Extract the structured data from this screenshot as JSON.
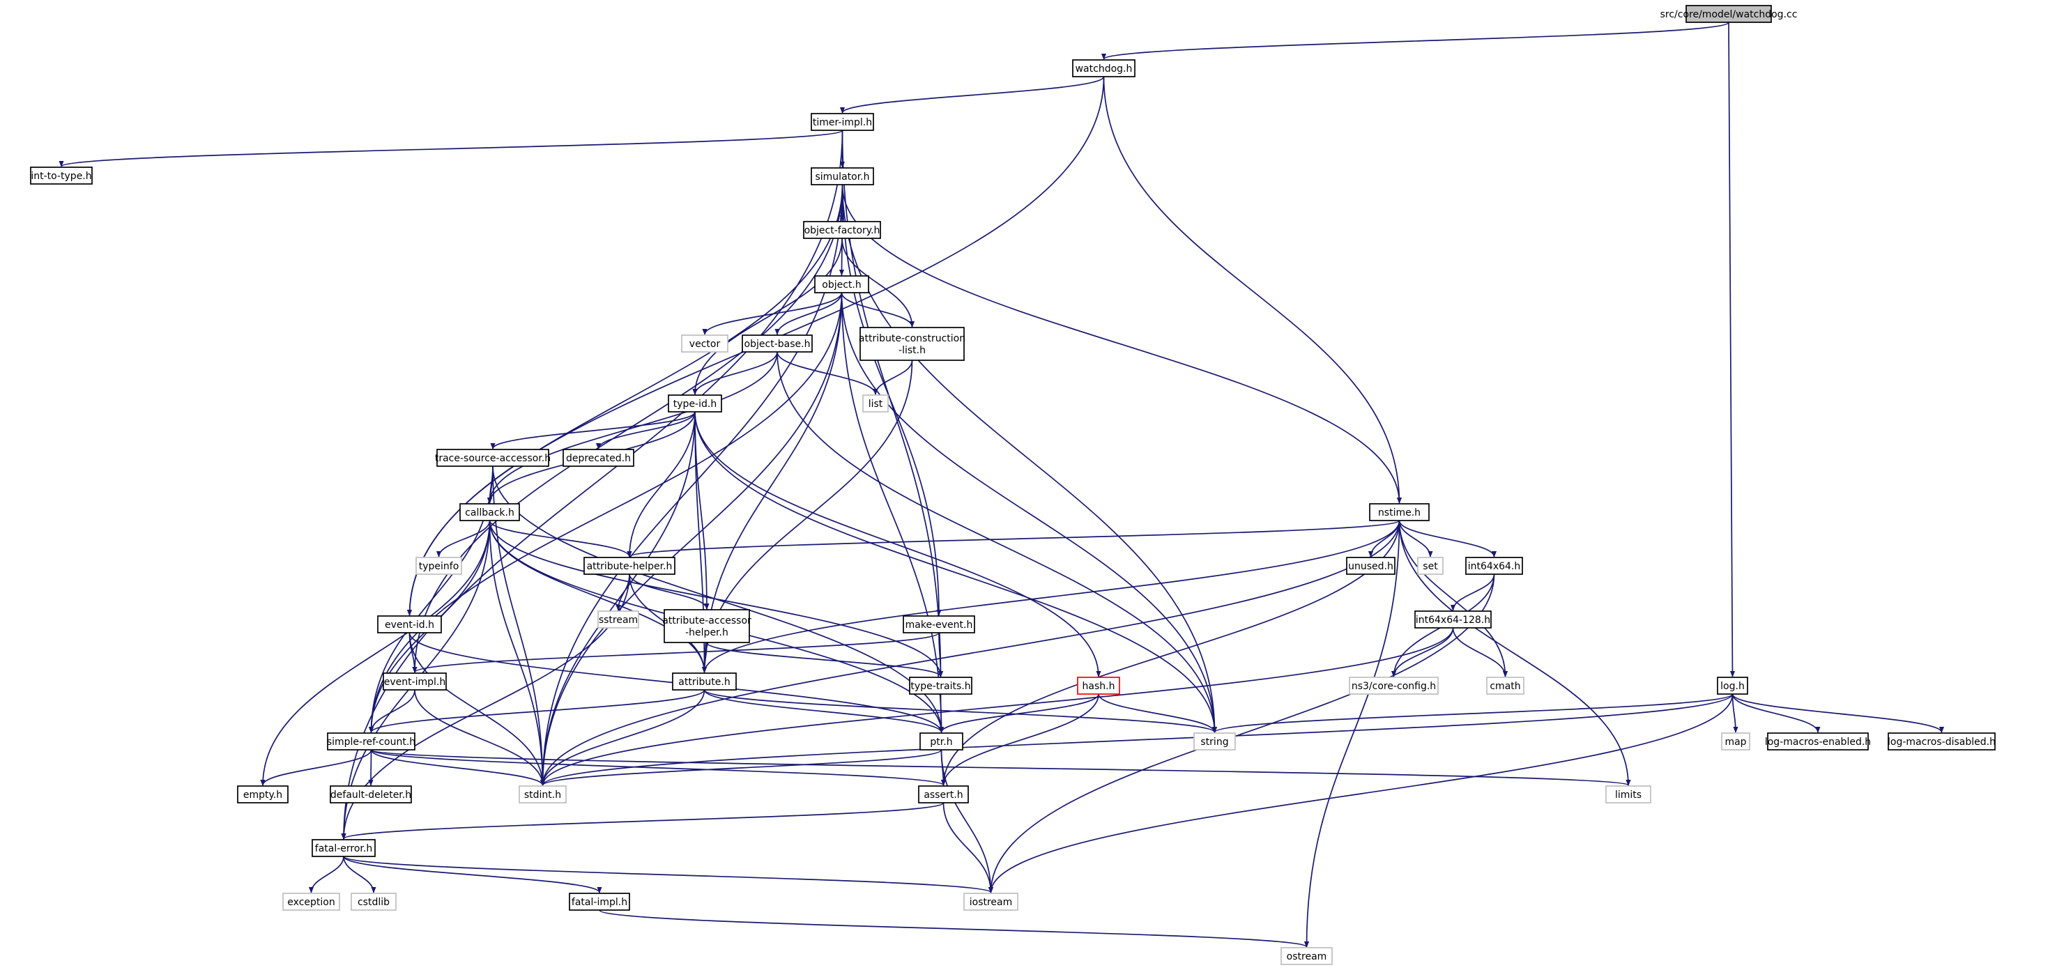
{
  "colors": {
    "edge": "#191970",
    "border_normal": "#000000",
    "border_system": "#bfbfbf",
    "border_highlight": "#ff0000",
    "root_fill": "#bfbfbf",
    "node_fill": "#ffffff"
  },
  "nodes": [
    {
      "id": "root",
      "lines": [
        "src/core/model/watchdog.cc"
      ],
      "style": "root"
    },
    {
      "id": "watchdog",
      "lines": [
        "watchdog.h"
      ],
      "style": "normal"
    },
    {
      "id": "timerimpl",
      "lines": [
        "timer-impl.h"
      ],
      "style": "normal"
    },
    {
      "id": "inttotype",
      "lines": [
        "int-to-type.h"
      ],
      "style": "normal"
    },
    {
      "id": "simulator",
      "lines": [
        "simulator.h"
      ],
      "style": "normal"
    },
    {
      "id": "objectfactory",
      "lines": [
        "object-factory.h"
      ],
      "style": "normal"
    },
    {
      "id": "object",
      "lines": [
        "object.h"
      ],
      "style": "normal"
    },
    {
      "id": "vector",
      "lines": [
        "vector"
      ],
      "style": "system"
    },
    {
      "id": "objectbase",
      "lines": [
        "object-base.h"
      ],
      "style": "normal"
    },
    {
      "id": "attrconstr",
      "lines": [
        "attribute-construction",
        "-list.h"
      ],
      "style": "normal"
    },
    {
      "id": "list",
      "lines": [
        "list"
      ],
      "style": "system"
    },
    {
      "id": "typeid",
      "lines": [
        "type-id.h"
      ],
      "style": "normal"
    },
    {
      "id": "tsaccessor",
      "lines": [
        "trace-source-accessor.h"
      ],
      "style": "normal"
    },
    {
      "id": "deprecated",
      "lines": [
        "deprecated.h"
      ],
      "style": "normal"
    },
    {
      "id": "callback",
      "lines": [
        "callback.h"
      ],
      "style": "normal"
    },
    {
      "id": "typeinfo",
      "lines": [
        "typeinfo"
      ],
      "style": "system"
    },
    {
      "id": "attrhelper",
      "lines": [
        "attribute-helper.h"
      ],
      "style": "normal"
    },
    {
      "id": "sstream",
      "lines": [
        "sstream"
      ],
      "style": "system"
    },
    {
      "id": "attraccessor",
      "lines": [
        "attribute-accessor",
        "-helper.h"
      ],
      "style": "normal"
    },
    {
      "id": "eventid",
      "lines": [
        "event-id.h"
      ],
      "style": "normal"
    },
    {
      "id": "makeevent",
      "lines": [
        "make-event.h"
      ],
      "style": "normal"
    },
    {
      "id": "eventimpl",
      "lines": [
        "event-impl.h"
      ],
      "style": "normal"
    },
    {
      "id": "attribute",
      "lines": [
        "attribute.h"
      ],
      "style": "normal"
    },
    {
      "id": "typetraits",
      "lines": [
        "type-traits.h"
      ],
      "style": "normal"
    },
    {
      "id": "hash",
      "lines": [
        "hash.h"
      ],
      "style": "highlight"
    },
    {
      "id": "simplerefcount",
      "lines": [
        "simple-ref-count.h"
      ],
      "style": "normal"
    },
    {
      "id": "ptr",
      "lines": [
        "ptr.h"
      ],
      "style": "normal"
    },
    {
      "id": "string",
      "lines": [
        "string"
      ],
      "style": "system"
    },
    {
      "id": "emptyh",
      "lines": [
        "empty.h"
      ],
      "style": "normal"
    },
    {
      "id": "defaultdeleter",
      "lines": [
        "default-deleter.h"
      ],
      "style": "normal"
    },
    {
      "id": "stdint",
      "lines": [
        "stdint.h"
      ],
      "style": "system"
    },
    {
      "id": "assert",
      "lines": [
        "assert.h"
      ],
      "style": "normal"
    },
    {
      "id": "limits",
      "lines": [
        "limits"
      ],
      "style": "system"
    },
    {
      "id": "fatalerror",
      "lines": [
        "fatal-error.h"
      ],
      "style": "normal"
    },
    {
      "id": "exception",
      "lines": [
        "exception"
      ],
      "style": "system"
    },
    {
      "id": "cstdlib",
      "lines": [
        "cstdlib"
      ],
      "style": "system"
    },
    {
      "id": "fatalimpl",
      "lines": [
        "fatal-impl.h"
      ],
      "style": "normal"
    },
    {
      "id": "iostream",
      "lines": [
        "iostream"
      ],
      "style": "system"
    },
    {
      "id": "ostream",
      "lines": [
        "ostream"
      ],
      "style": "system"
    },
    {
      "id": "nstime",
      "lines": [
        "nstime.h"
      ],
      "style": "normal"
    },
    {
      "id": "unused",
      "lines": [
        "unused.h"
      ],
      "style": "normal"
    },
    {
      "id": "set",
      "lines": [
        "set"
      ],
      "style": "system"
    },
    {
      "id": "int64x64",
      "lines": [
        "int64x64.h"
      ],
      "style": "normal"
    },
    {
      "id": "int64x64128",
      "lines": [
        "int64x64-128.h"
      ],
      "style": "normal"
    },
    {
      "id": "coreconfig",
      "lines": [
        "ns3/core-config.h"
      ],
      "style": "system"
    },
    {
      "id": "cmath",
      "lines": [
        "cmath"
      ],
      "style": "system"
    },
    {
      "id": "log",
      "lines": [
        "log.h"
      ],
      "style": "normal"
    },
    {
      "id": "map",
      "lines": [
        "map"
      ],
      "style": "system"
    },
    {
      "id": "logenabled",
      "lines": [
        "log-macros-enabled.h"
      ],
      "style": "normal"
    },
    {
      "id": "logdisabled",
      "lines": [
        "log-macros-disabled.h"
      ],
      "style": "normal"
    }
  ],
  "edges": [
    [
      "root",
      "watchdog"
    ],
    [
      "root",
      "log"
    ],
    [
      "watchdog",
      "timerimpl"
    ],
    [
      "watchdog",
      "eventid"
    ],
    [
      "watchdog",
      "nstime"
    ],
    [
      "timerimpl",
      "inttotype"
    ],
    [
      "timerimpl",
      "simulator"
    ],
    [
      "timerimpl",
      "fatalerror"
    ],
    [
      "timerimpl",
      "typetraits"
    ],
    [
      "simulator",
      "objectfactory"
    ],
    [
      "simulator",
      "eventid"
    ],
    [
      "simulator",
      "eventimpl"
    ],
    [
      "simulator",
      "makeevent"
    ],
    [
      "simulator",
      "nstime"
    ],
    [
      "simulator",
      "string"
    ],
    [
      "simulator",
      "stdint"
    ],
    [
      "objectfactory",
      "object"
    ],
    [
      "objectfactory",
      "attrconstr"
    ],
    [
      "objectfactory",
      "typeid"
    ],
    [
      "object",
      "vector"
    ],
    [
      "object",
      "objectbase"
    ],
    [
      "object",
      "attrconstr"
    ],
    [
      "object",
      "attribute"
    ],
    [
      "object",
      "ptr"
    ],
    [
      "object",
      "simplerefcount"
    ],
    [
      "object",
      "string"
    ],
    [
      "object",
      "stdint"
    ],
    [
      "objectbase",
      "typeid"
    ],
    [
      "objectbase",
      "list"
    ],
    [
      "objectbase",
      "callback"
    ],
    [
      "objectbase",
      "string"
    ],
    [
      "attrconstr",
      "list"
    ],
    [
      "attrconstr",
      "attribute"
    ],
    [
      "typeid",
      "tsaccessor"
    ],
    [
      "typeid",
      "deprecated"
    ],
    [
      "typeid",
      "callback"
    ],
    [
      "typeid",
      "attrhelper"
    ],
    [
      "typeid",
      "attraccessor"
    ],
    [
      "typeid",
      "attribute"
    ],
    [
      "typeid",
      "hash"
    ],
    [
      "typeid",
      "string"
    ],
    [
      "typeid",
      "stdint"
    ],
    [
      "tsaccessor",
      "callback"
    ],
    [
      "tsaccessor",
      "ptr"
    ],
    [
      "tsaccessor",
      "simplerefcount"
    ],
    [
      "tsaccessor",
      "stdint"
    ],
    [
      "callback",
      "typeinfo"
    ],
    [
      "callback",
      "attrhelper"
    ],
    [
      "callback",
      "attribute"
    ],
    [
      "callback",
      "ptr"
    ],
    [
      "callback",
      "simplerefcount"
    ],
    [
      "callback",
      "typetraits"
    ],
    [
      "callback",
      "emptyh"
    ],
    [
      "callback",
      "fatalerror"
    ],
    [
      "callback",
      "stdint"
    ],
    [
      "attrhelper",
      "sstream"
    ],
    [
      "attrhelper",
      "attraccessor"
    ],
    [
      "attrhelper",
      "attribute"
    ],
    [
      "attrhelper",
      "fatalerror"
    ],
    [
      "attraccessor",
      "attribute"
    ],
    [
      "attraccessor",
      "typetraits"
    ],
    [
      "eventid",
      "eventimpl"
    ],
    [
      "eventid",
      "ptr"
    ],
    [
      "eventid",
      "stdint"
    ],
    [
      "makeevent",
      "eventimpl"
    ],
    [
      "makeevent",
      "typetraits"
    ],
    [
      "eventimpl",
      "simplerefcount"
    ],
    [
      "eventimpl",
      "stdint"
    ],
    [
      "attribute",
      "simplerefcount"
    ],
    [
      "attribute",
      "ptr"
    ],
    [
      "attribute",
      "string"
    ],
    [
      "attribute",
      "stdint"
    ],
    [
      "typetraits",
      "ptr"
    ],
    [
      "hash",
      "ptr"
    ],
    [
      "hash",
      "string"
    ],
    [
      "hash",
      "assert"
    ],
    [
      "simplerefcount",
      "emptyh"
    ],
    [
      "simplerefcount",
      "defaultdeleter"
    ],
    [
      "simplerefcount",
      "stdint"
    ],
    [
      "simplerefcount",
      "assert"
    ],
    [
      "simplerefcount",
      "limits"
    ],
    [
      "ptr",
      "assert"
    ],
    [
      "ptr",
      "iostream"
    ],
    [
      "ptr",
      "stdint"
    ],
    [
      "assert",
      "fatalerror"
    ],
    [
      "assert",
      "iostream"
    ],
    [
      "fatalerror",
      "exception"
    ],
    [
      "fatalerror",
      "cstdlib"
    ],
    [
      "fatalerror",
      "fatalimpl"
    ],
    [
      "fatalerror",
      "iostream"
    ],
    [
      "fatalimpl",
      "ostream"
    ],
    [
      "nstime",
      "attrhelper"
    ],
    [
      "nstime",
      "attribute"
    ],
    [
      "nstime",
      "unused"
    ],
    [
      "nstime",
      "set"
    ],
    [
      "nstime",
      "int64x64"
    ],
    [
      "nstime",
      "cmath"
    ],
    [
      "nstime",
      "limits"
    ],
    [
      "nstime",
      "ostream"
    ],
    [
      "nstime",
      "stdint"
    ],
    [
      "nstime",
      "assert"
    ],
    [
      "int64x64",
      "int64x64128"
    ],
    [
      "int64x64",
      "coreconfig"
    ],
    [
      "int64x64",
      "iostream"
    ],
    [
      "int64x64128",
      "coreconfig"
    ],
    [
      "int64x64128",
      "cmath"
    ],
    [
      "int64x64128",
      "stdint"
    ],
    [
      "log",
      "string"
    ],
    [
      "log",
      "map"
    ],
    [
      "log",
      "logenabled"
    ],
    [
      "log",
      "logdisabled"
    ],
    [
      "log",
      "iostream"
    ],
    [
      "log",
      "stdint"
    ]
  ]
}
